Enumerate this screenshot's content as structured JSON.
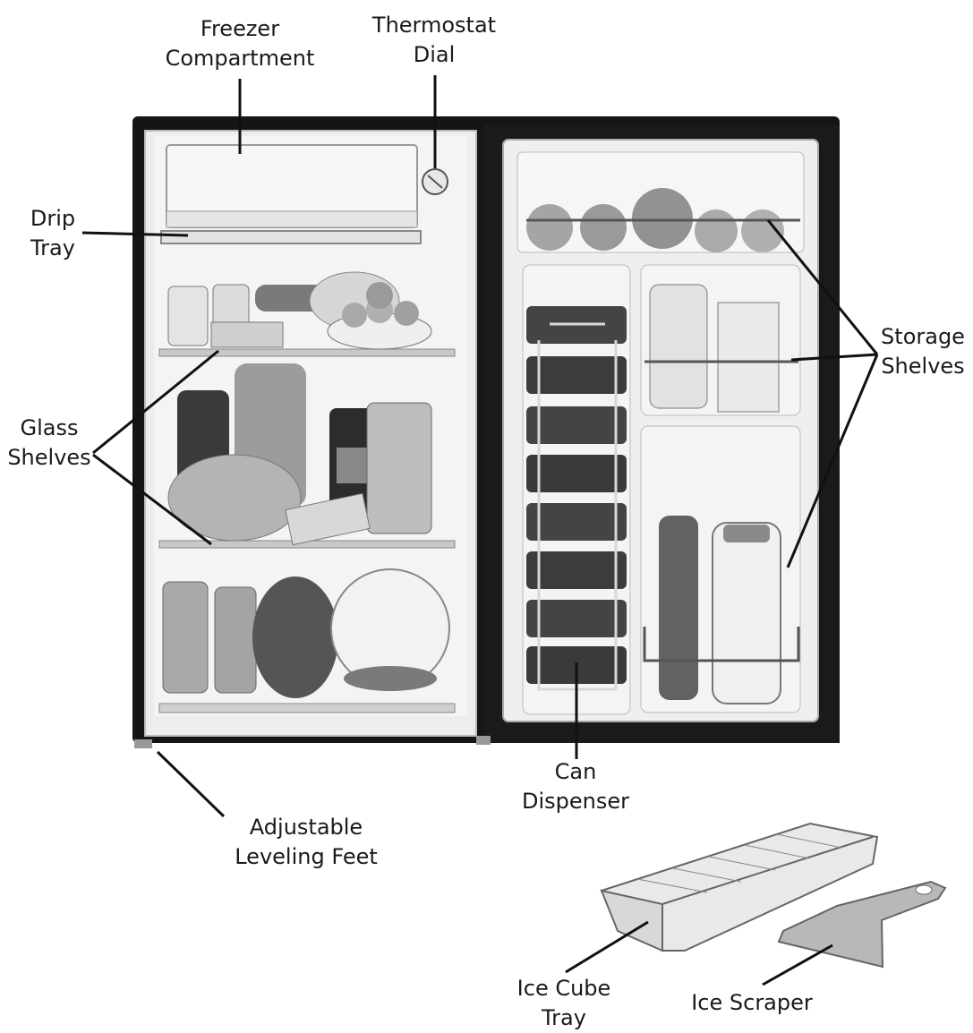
{
  "labels": {
    "freezer": [
      "Freezer",
      "Compartment"
    ],
    "thermostat": [
      "Thermostat",
      "Dial"
    ],
    "drip_tray": [
      "Drip",
      "Tray"
    ],
    "glass_shelves": [
      "Glass",
      "Shelves"
    ],
    "storage_shelves": [
      "Storage",
      "Shelves"
    ],
    "can_dispenser": [
      "Can",
      "Dispenser"
    ],
    "leveling_feet": [
      "Adjustable",
      "Leveling Feet"
    ],
    "ice_cube_tray": [
      "Ice Cube",
      "Tray"
    ],
    "ice_scraper": [
      "Ice Scraper"
    ]
  },
  "colors": {
    "cabinet": "#141414",
    "interior": "#efefef",
    "liner": "#dcdcdc",
    "shelf": "#bdbdbd",
    "leader": "#111111",
    "text": "#1a1a1a"
  }
}
